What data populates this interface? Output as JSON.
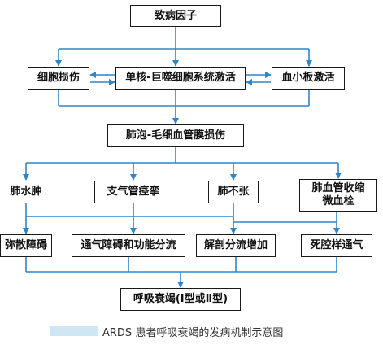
{
  "diagram": {
    "colors": {
      "arrow": "#2e86c8",
      "box_border": "#1a1a1a"
    },
    "nodes": {
      "cause": "致病因子",
      "cell_damage": "细胞损伤",
      "mono_activation": "单核-巨噬细胞系统激活",
      "platelet_activation": "血小板激活",
      "alveolar_injury": "肺泡-毛细血管膜损伤",
      "edema": "肺水肿",
      "bronchospasm": "支气管痉挛",
      "atelectasis": "肺不张",
      "vasoconstriction": "肺血管收缩\n微血栓",
      "diffusion": "弥散障碍",
      "ventilation_mismatch": "通气障碍和功能分流",
      "anatomic_shunt": "解剖分流增加",
      "dead_space": "死腔样通气",
      "failure": "呼吸衰竭(Ⅰ型或Ⅱ型)"
    },
    "caption": "ARDS 患者呼吸衰竭的发病机制示意图"
  }
}
